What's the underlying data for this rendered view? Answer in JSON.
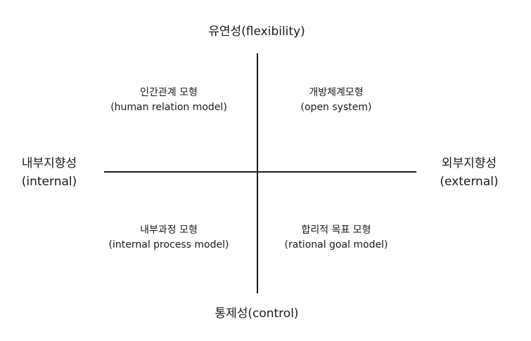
{
  "axes": {
    "top": "유연성(flexibility)",
    "bottom": "통제성(control)",
    "left": {
      "ko": "내부지향성",
      "en": "(internal)"
    },
    "right": {
      "ko": "외부지향성",
      "en": "(external)"
    }
  },
  "quadrants": {
    "top_left": {
      "ko": "인간관계 모형",
      "en": "(human relation model)"
    },
    "top_right": {
      "ko": "개방체계모형",
      "en": "(open system)"
    },
    "bottom_left": {
      "ko": "내부과정 모형",
      "en": "(internal process model)"
    },
    "bottom_right": {
      "ko": "합리적 목표 모형",
      "en": "(rational goal model)"
    }
  }
}
